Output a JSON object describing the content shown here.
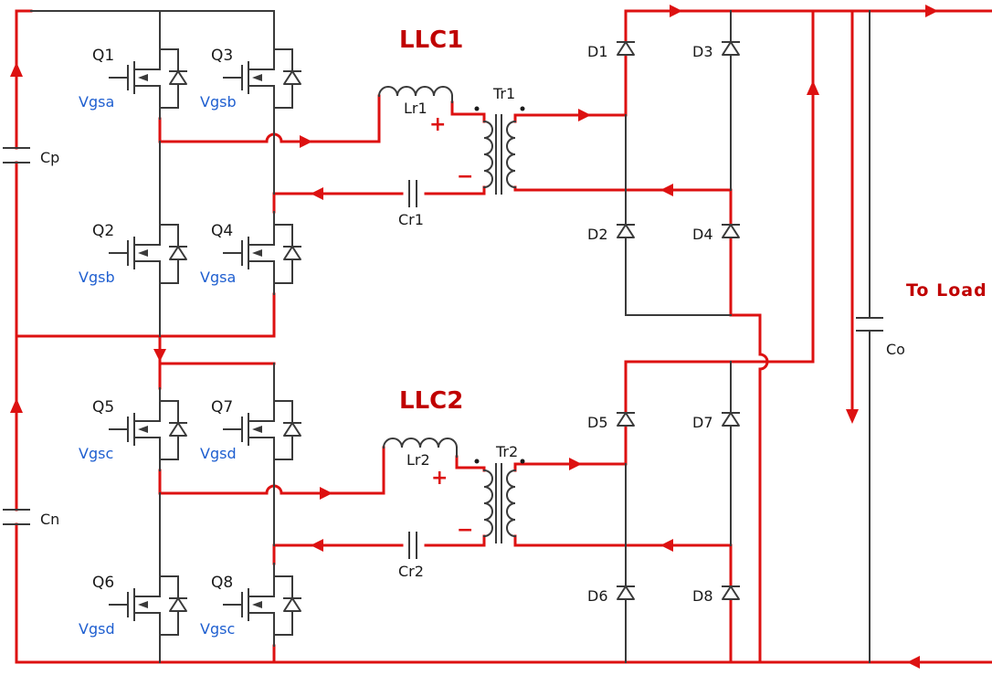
{
  "labels": {
    "llc1": "LLC1",
    "llc2": "LLC2",
    "to_load": "To Load",
    "cp": "Cp",
    "cn": "Cn",
    "co": "Co",
    "cr1": "Cr1",
    "cr2": "Cr2",
    "lr1": "Lr1",
    "lr2": "Lr2",
    "tr1": "Tr1",
    "tr2": "Tr2",
    "plus": "+",
    "minus": "−"
  },
  "switches": [
    {
      "name": "Q1",
      "gate": "Vgsa"
    },
    {
      "name": "Q3",
      "gate": "Vgsb"
    },
    {
      "name": "Q2",
      "gate": "Vgsb"
    },
    {
      "name": "Q4",
      "gate": "Vgsa"
    },
    {
      "name": "Q5",
      "gate": "Vgsc"
    },
    {
      "name": "Q7",
      "gate": "Vgsd"
    },
    {
      "name": "Q6",
      "gate": "Vgsd"
    },
    {
      "name": "Q8",
      "gate": "Vgsc"
    }
  ],
  "diodes": [
    {
      "name": "D1"
    },
    {
      "name": "D3"
    },
    {
      "name": "D2"
    },
    {
      "name": "D4"
    },
    {
      "name": "D5"
    },
    {
      "name": "D7"
    },
    {
      "name": "D6"
    },
    {
      "name": "D8"
    }
  ],
  "colors": {
    "current_path": "#dd1111",
    "wire": "#3a3a3a",
    "gate_label": "#1f5fd0",
    "title": "#c00000"
  }
}
